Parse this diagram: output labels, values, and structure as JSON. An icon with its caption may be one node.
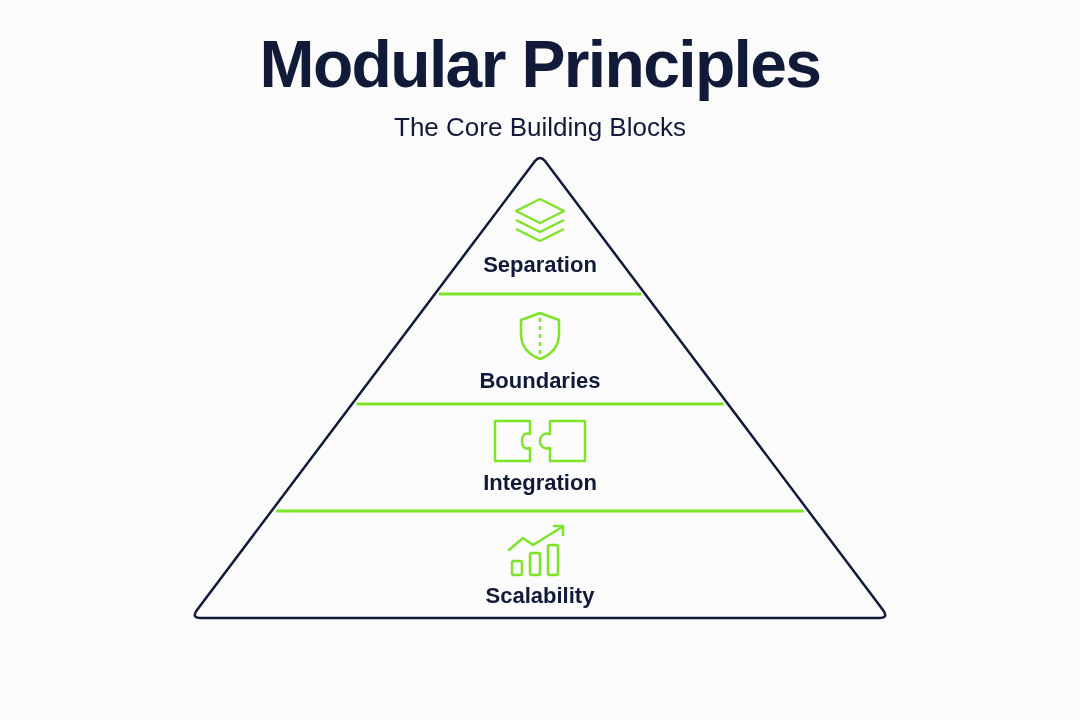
{
  "diagram": {
    "title": "Modular Principles",
    "caption": "The Core Building Blocks",
    "nodes": [
      {
        "text": [
          "Separation"
        ]
      },
      {
        "text": [
          "Boundaries"
        ]
      },
      {
        "text": [
          "Integration"
        ]
      },
      {
        "text": [
          "Scalability"
        ]
      }
    ]
  }
}
